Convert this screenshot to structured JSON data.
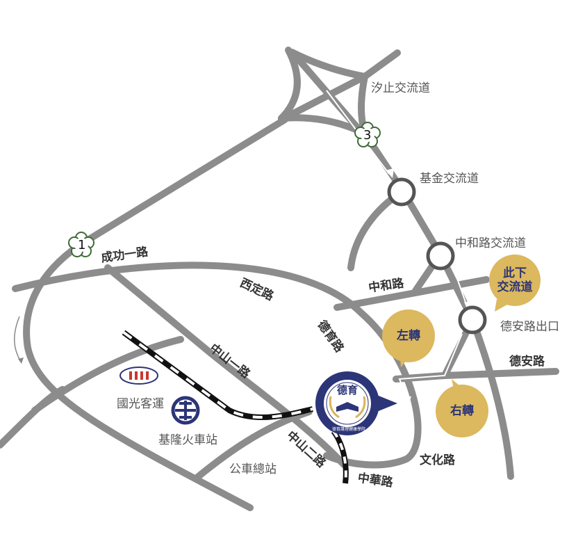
{
  "interchanges": {
    "xizhi": "汐止交流道",
    "jijin": "基金交流道",
    "zhonghe": "中和路交流道",
    "dean_exit": "德安路出口"
  },
  "highway_markers": [
    "1",
    "3"
  ],
  "roads": {
    "chenggong1": "成功一路",
    "xiding": "西定路",
    "zhonghe": "中和路",
    "deyu": "德育路",
    "zhongshan1": "中山一路",
    "zhongshan2": "中山二路",
    "dean": "德安路",
    "wenhua": "文化路",
    "zhonghua": "中華路"
  },
  "places": {
    "kuo_kuang": "國光客運",
    "keelung_station": "基隆火車站",
    "bus_terminal": "公車總站"
  },
  "bubbles": {
    "badouzi": "此下\n交流道",
    "turn_left": "左轉",
    "turn_right": "右轉"
  },
  "school_logo": {
    "name": "德育",
    "subtitle": "德育護理健康學院"
  },
  "colors": {
    "road": "#8c8c8c",
    "bubble": "#dcb85e",
    "navy": "#2c3577",
    "marker_green": "#3d6b35"
  }
}
